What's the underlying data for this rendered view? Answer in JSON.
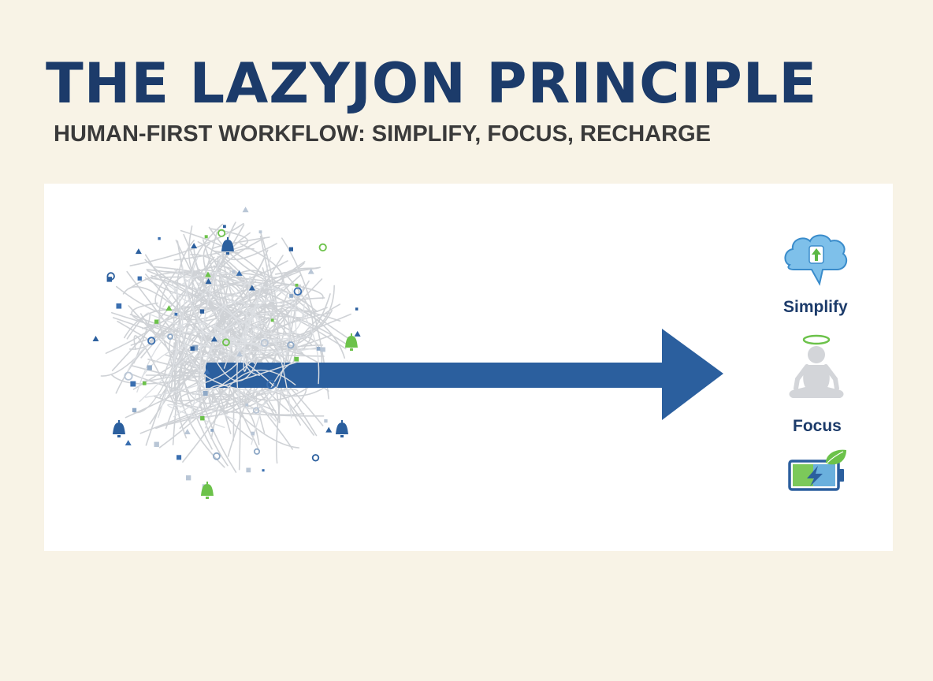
{
  "header": {
    "title": "THE LAZYJON PRINCIPLE",
    "subtitle": "HUMAN-FIRST WORKFLOW: SIMPLIFY, FOCUS, RECHARGE"
  },
  "diagram": {
    "chaos": {
      "description_icons": [
        "bell-icon",
        "gear-icon",
        "triangle-icon",
        "square-icon",
        "circle-icon"
      ]
    },
    "arrow": {
      "color": "#2b5f9e"
    },
    "steps": [
      {
        "label": "Simplify",
        "icon": "brain-cloud-arrow-up-icon"
      },
      {
        "label": "Focus",
        "icon": "meditating-person-icon"
      },
      {
        "label": "",
        "icon": "battery-leaf-icon"
      }
    ]
  },
  "colors": {
    "title": "#1c3b6a",
    "subtitle": "#3a3a3a",
    "background": "#f8f3e6",
    "panel": "#ffffff",
    "accent_blue": "#2b5f9e",
    "accent_green": "#6cc24a"
  }
}
